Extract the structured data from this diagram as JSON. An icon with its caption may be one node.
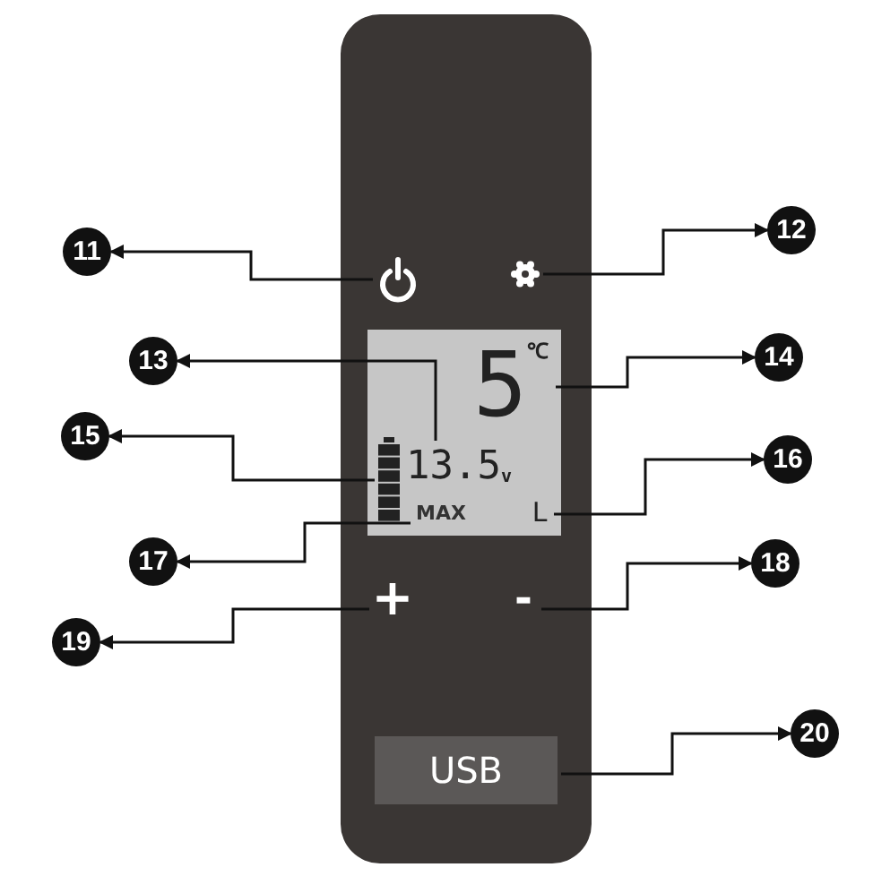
{
  "diagram": {
    "nodes": [
      {
        "text": [
          "11"
        ]
      },
      {
        "text": [],
        "shape": "icon"
      },
      {
        "text": [
          "12"
        ]
      },
      {
        "text": [],
        "shape": "icon"
      },
      {
        "text": [
          "13"
        ]
      },
      {
        "text": [
          "13.5",
          "v"
        ]
      },
      {
        "text": [
          "14"
        ]
      },
      {
        "text": [
          "5",
          "℃"
        ]
      },
      {
        "text": [
          "15"
        ]
      },
      {
        "text": [],
        "shape": "icon"
      },
      {
        "text": [
          "16"
        ]
      },
      {
        "text": [
          "L"
        ]
      },
      {
        "text": [
          "17"
        ]
      },
      {
        "text": [
          "MAX"
        ]
      },
      {
        "text": [
          "18"
        ]
      },
      {
        "text": [
          "-"
        ]
      },
      {
        "text": [
          "19"
        ]
      },
      {
        "text": [
          "+"
        ]
      },
      {
        "text": [
          "USB"
        ]
      },
      {
        "text": [
          "20"
        ]
      }
    ],
    "edges": [
      {
        "from": 1,
        "to": 0,
        "arrow": "to"
      },
      {
        "from": 3,
        "to": 2,
        "arrow": "to"
      },
      {
        "from": 5,
        "to": 4,
        "arrow": "to"
      },
      {
        "from": 7,
        "to": 6,
        "arrow": "to"
      },
      {
        "from": 9,
        "to": 8,
        "arrow": "to"
      },
      {
        "from": 11,
        "to": 10,
        "arrow": "to"
      },
      {
        "from": 13,
        "to": 12,
        "arrow": "to"
      },
      {
        "from": 15,
        "to": 14,
        "arrow": "to"
      },
      {
        "from": 17,
        "to": 16,
        "arrow": "to"
      },
      {
        "from": 18,
        "to": 19,
        "arrow": "to"
      }
    ]
  }
}
